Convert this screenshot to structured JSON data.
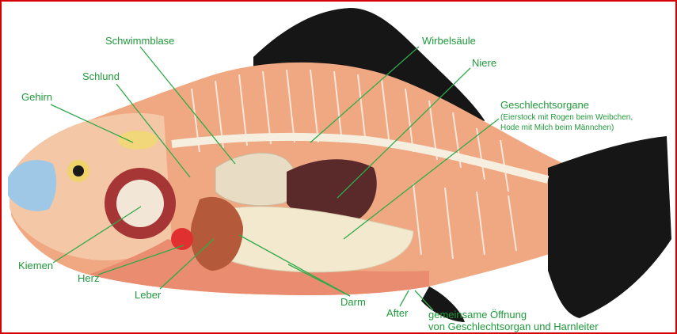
{
  "labels": {
    "schwimmblase": "Schwimmblase",
    "schlund": "Schlund",
    "gehirn": "Gehirn",
    "wirbelsaeule": "Wirbelsäule",
    "niere": "Niere",
    "geschlechtsorgane": "Geschlechtsorgane",
    "geschlechtsorgane_detail_1": "(Eierstock mit Rogen beim Weibchen,",
    "geschlechtsorgane_detail_2": "Hode mit Milch beim Männchen)",
    "kiemen": "Kiemen",
    "herz": "Herz",
    "leber": "Leber",
    "darm": "Darm",
    "after": "After",
    "oeffnung_1": "gemeinsame Öffnung",
    "oeffnung_2": "von Geschlechtsorgan und Harnleiter"
  },
  "colors": {
    "label": "#1f9a3a",
    "leader_line": "#2faa4a",
    "border": "#d60000",
    "fin": "#161616",
    "muscle": "#f0a882",
    "swim_bladder": "#e8dcc4"
  }
}
